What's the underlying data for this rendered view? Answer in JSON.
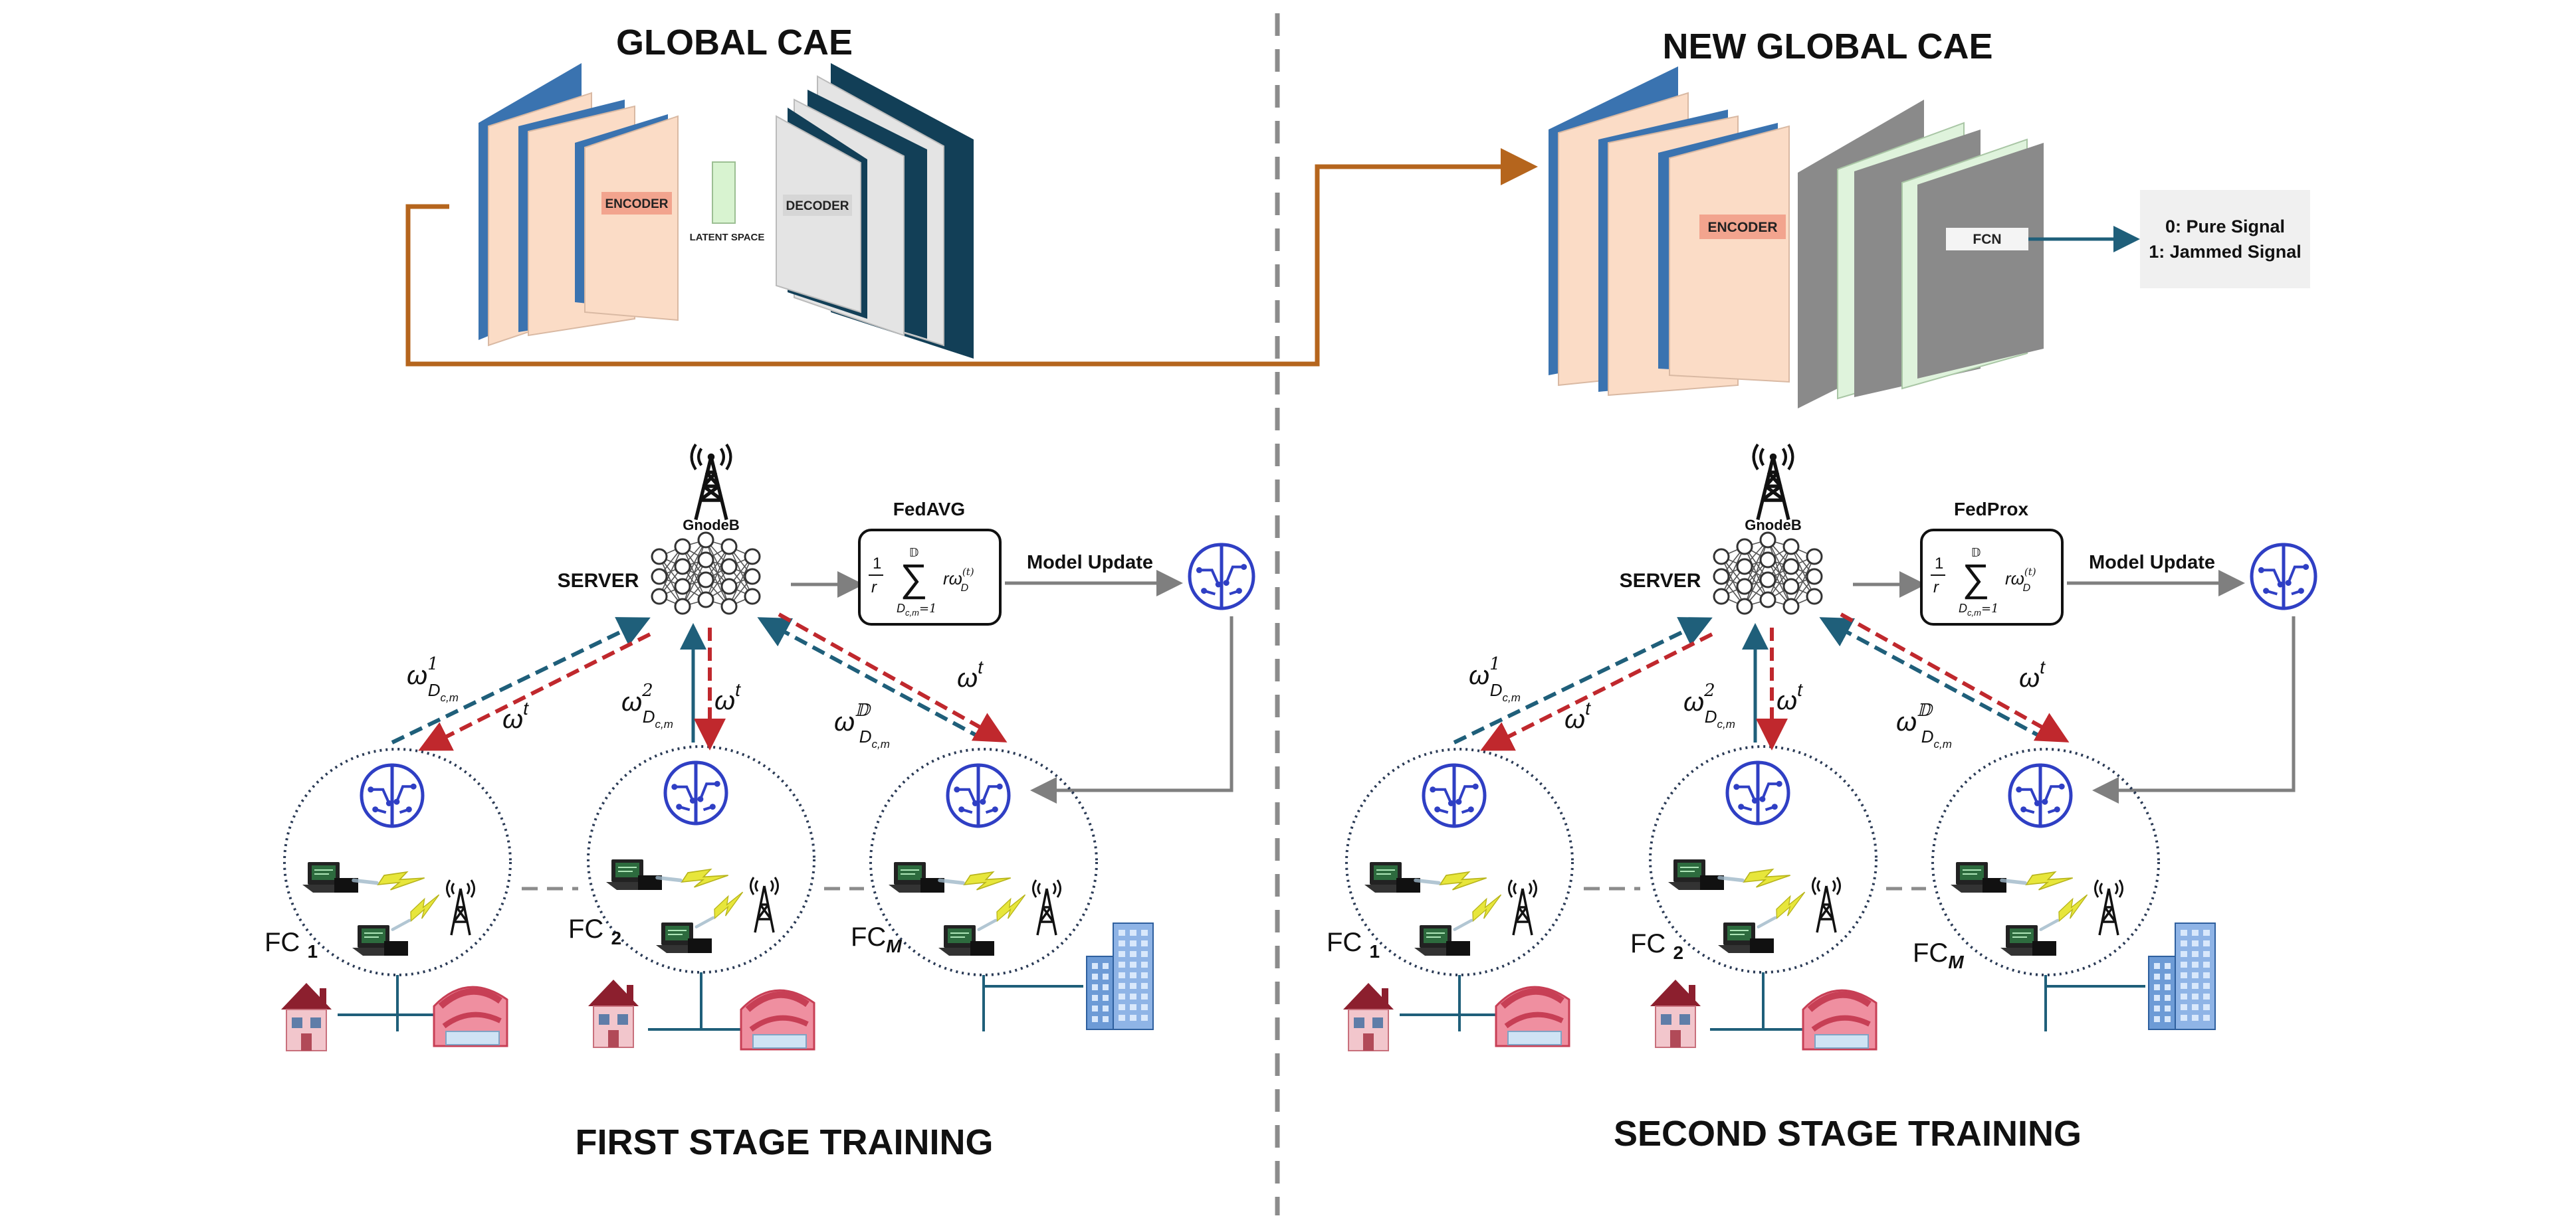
{
  "titles": {
    "global_cae": "GLOBAL CAE",
    "new_global_cae": "NEW GLOBAL CAE",
    "first_stage": "FIRST STAGE TRAINING",
    "second_stage": "SECOND STAGE TRAINING"
  },
  "cae": {
    "encoder": "ENCODER",
    "decoder": "DECODER",
    "latent_space": "LATENT SPACE",
    "fcn": "FCN",
    "output_line_1": "0: Pure Signal",
    "output_line_2": "1: Jammed Signal"
  },
  "stage1": {
    "server_label": "SERVER",
    "gnodeb_label": "GnodeB",
    "algorithm_label": "FedAVG",
    "model_update": "Model Update",
    "clients": [
      {
        "prefix": "FC ",
        "sub": "1"
      },
      {
        "prefix": "FC ",
        "sub": "2"
      },
      {
        "prefix": "FC",
        "sub": "M"
      }
    ]
  },
  "stage2": {
    "server_label": "SERVER",
    "gnodeb_label": "GnodeB",
    "algorithm_label": "FedProx",
    "model_update": "Model Update",
    "clients": [
      {
        "prefix": "FC ",
        "sub": "1"
      },
      {
        "prefix": "FC ",
        "sub": "2"
      },
      {
        "prefix": "FC",
        "sub": "M"
      }
    ]
  },
  "math": {
    "omega": "ω",
    "sup_t": "t",
    "sup_1": "1",
    "sup_2": "2",
    "sup_D": "𝔻",
    "sub_D": "D",
    "sub_cm": "c,m",
    "formula_frac_num": "1",
    "formula_frac_den": "r",
    "formula_sigma": "∑",
    "formula_upper": "𝔻",
    "formula_lower": "D",
    "formula_lower_sub": "c,m",
    "formula_lower_eq": "=1",
    "formula_r": "r",
    "formula_sup": "(t)"
  },
  "colors": {
    "orange_line": "#b5651d",
    "blue_arrow": "#1f5f7a",
    "red_arrow": "#c0282d",
    "grey_arrow": "#7f7f7f",
    "encoder_layer": "#fbdcc6",
    "encoder_dark": "#3a73b0",
    "decoder_layer": "#e4e4e4",
    "decoder_dark": "#123f57",
    "fcn_grey": "#8a8a8a",
    "fcn_green": "#dff3dc",
    "latent_green": "#d8f3d0",
    "label_salmon": "#f2a48e",
    "brain_blue": "#2f3fc4",
    "output_box": "#f0f0f0"
  }
}
